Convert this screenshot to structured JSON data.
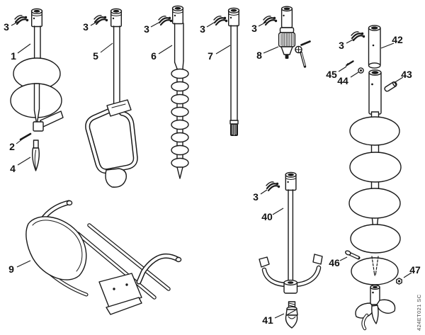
{
  "colors": {
    "background": "#ffffff",
    "line": "#1a1a1a",
    "label": "#111111",
    "watermark": "#4a4a4a"
  },
  "watermark": "424ET021 SC",
  "labels": [
    {
      "text": "3"
    },
    {
      "text": "1"
    },
    {
      "text": "2"
    },
    {
      "text": "4"
    },
    {
      "text": "3"
    },
    {
      "text": "5"
    },
    {
      "text": "3"
    },
    {
      "text": "6"
    },
    {
      "text": "3"
    },
    {
      "text": "7"
    },
    {
      "text": "3"
    },
    {
      "text": "8"
    },
    {
      "text": "9"
    },
    {
      "text": "3"
    },
    {
      "text": "40"
    },
    {
      "text": "41"
    },
    {
      "text": "3"
    },
    {
      "text": "42"
    },
    {
      "text": "43"
    },
    {
      "text": "44"
    },
    {
      "text": "45"
    },
    {
      "text": "46"
    },
    {
      "text": "47"
    }
  ]
}
